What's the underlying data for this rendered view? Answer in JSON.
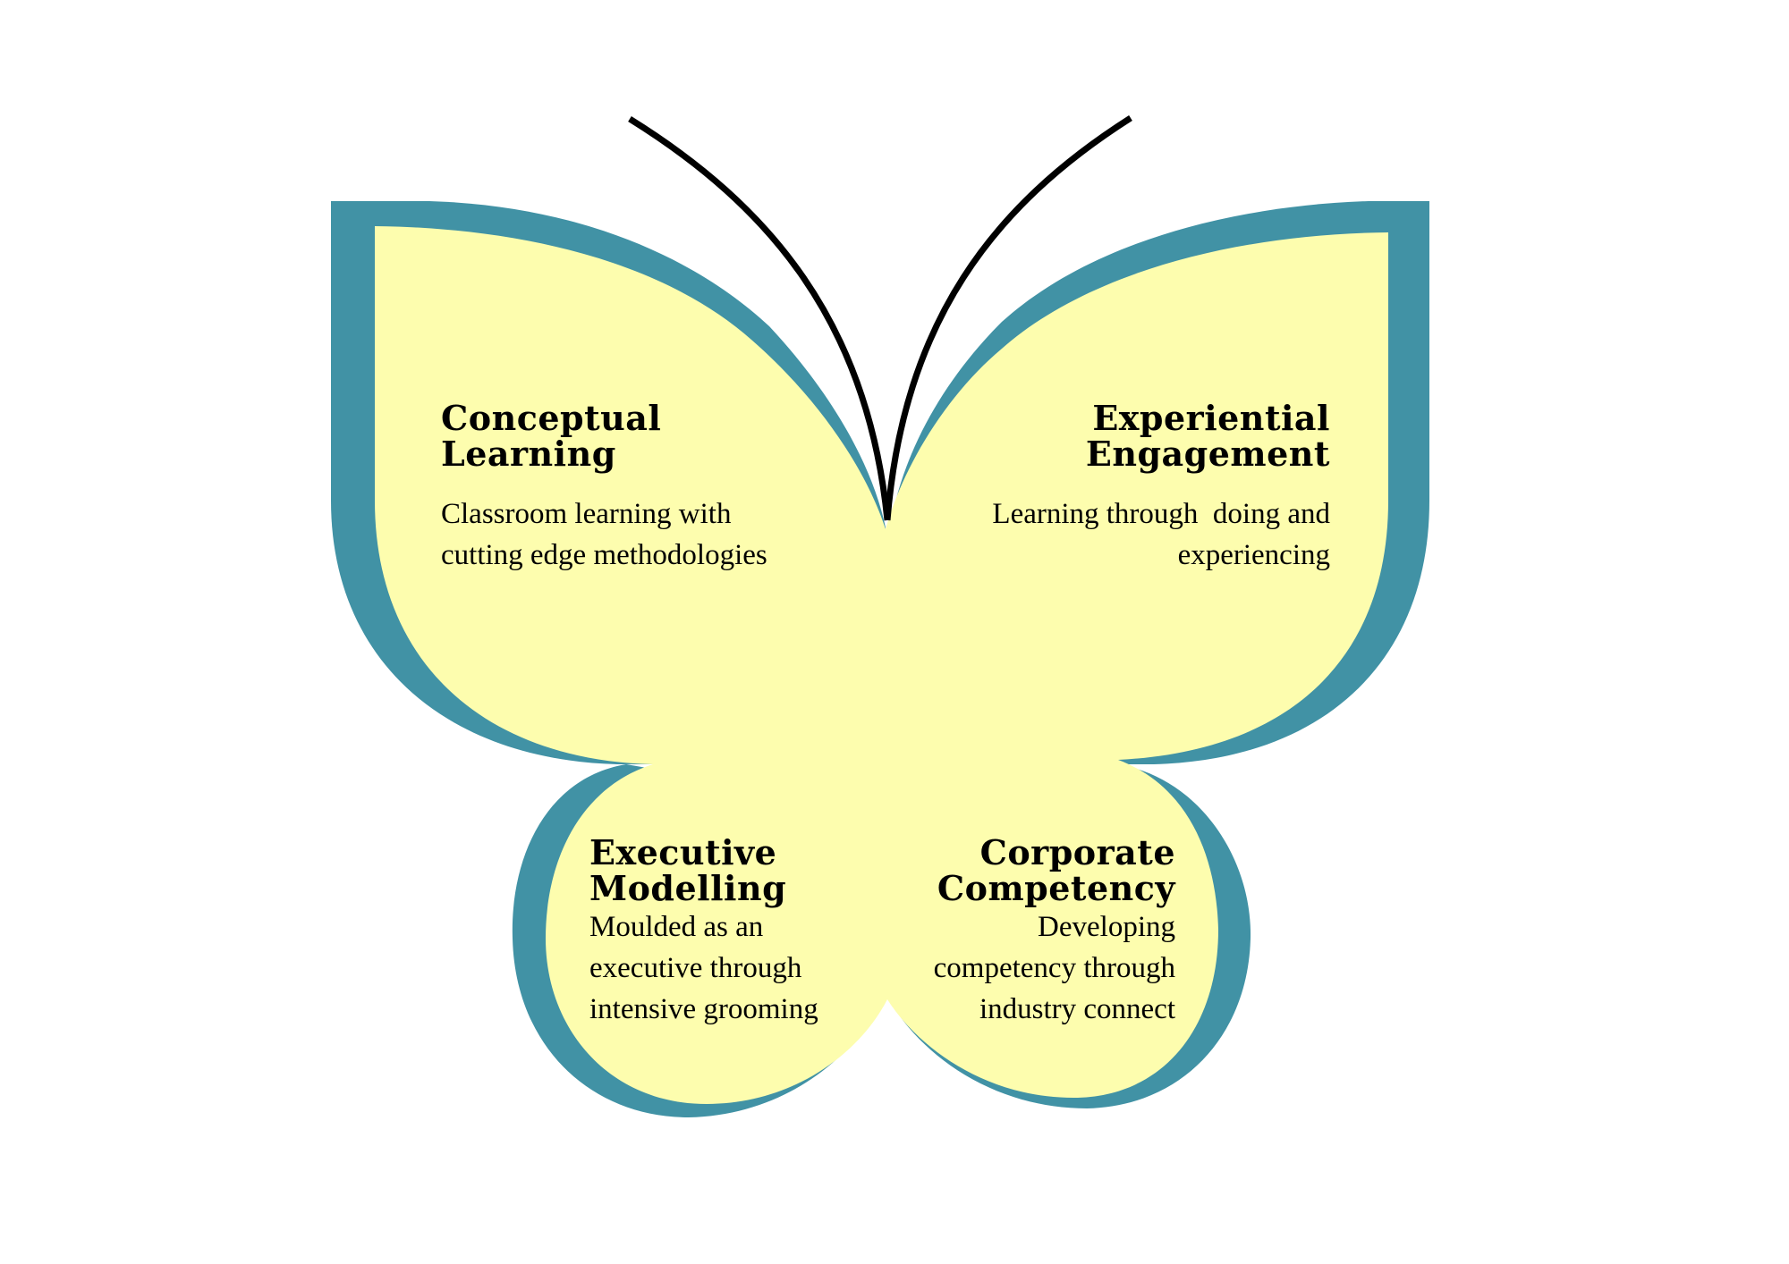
{
  "colors": {
    "wing_outline": "#4192a5",
    "wing_fill": "#fdfdae",
    "antenna": "#000000",
    "background": "#ffffff"
  },
  "quadrants": [
    {
      "title_line1": "Conceptual",
      "title_line2": "Learning",
      "body_lines": [
        "Classroom learning with",
        "cutting edge methodologies"
      ]
    },
    {
      "title_line1": "Experiential",
      "title_line2": "Engagement",
      "body_lines": [
        "Learning through  doing and",
        "experiencing"
      ]
    },
    {
      "title_line1": "Executive",
      "title_line2": "Modelling",
      "body_lines": [
        "Moulded as an",
        "executive through",
        "intensive grooming"
      ]
    },
    {
      "title_line1": "Corporate",
      "title_line2": "Competency",
      "body_lines": [
        "Developing",
        "competency through",
        "industry connect"
      ]
    }
  ]
}
